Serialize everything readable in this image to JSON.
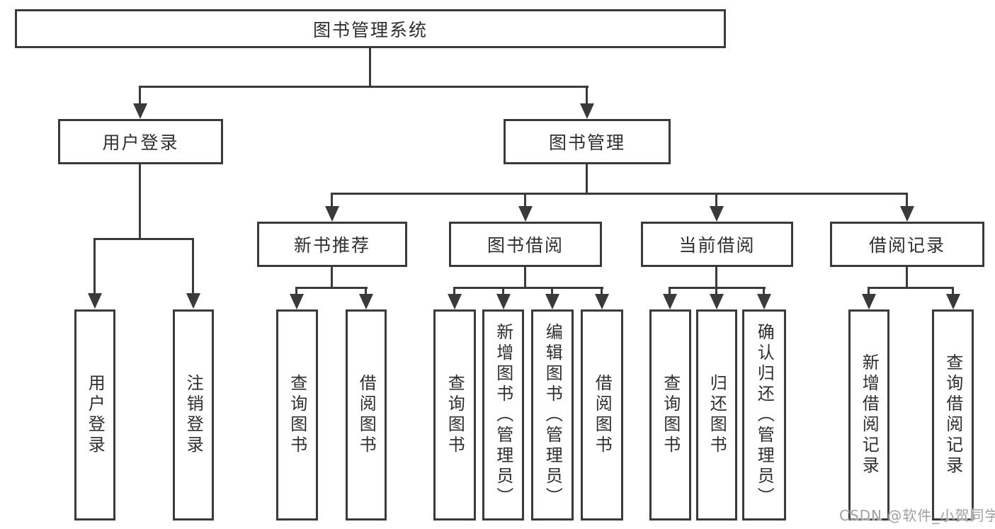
{
  "diagram": {
    "root": {
      "label": "图书管理系统"
    },
    "level2": [
      {
        "label": "用户登录"
      },
      {
        "label": "图书管理"
      }
    ],
    "level3": [
      {
        "label": "新书推荐"
      },
      {
        "label": "图书借阅"
      },
      {
        "label": "当前借阅"
      },
      {
        "label": "借阅记录"
      }
    ],
    "leaves": [
      {
        "label": "用户登录"
      },
      {
        "label": "注销登录"
      },
      {
        "label": "查询图书"
      },
      {
        "label": "借阅图书"
      },
      {
        "label": "查询图书"
      },
      {
        "label": "新增图书（管理员）"
      },
      {
        "label": "编辑图书（管理员）"
      },
      {
        "label": "借阅图书"
      },
      {
        "label": "查询图书"
      },
      {
        "label": "归还图书"
      },
      {
        "label": "确认归还（管理员）"
      },
      {
        "label": "新增借阅记录"
      },
      {
        "label": "查询借阅记录"
      }
    ],
    "watermark": "CSDN @软件_小贺同学",
    "colors": {
      "line": "#3a3a3a",
      "text": "#2f2f2f",
      "watermark": "#a0a0a0",
      "background": "#ffffff"
    }
  }
}
